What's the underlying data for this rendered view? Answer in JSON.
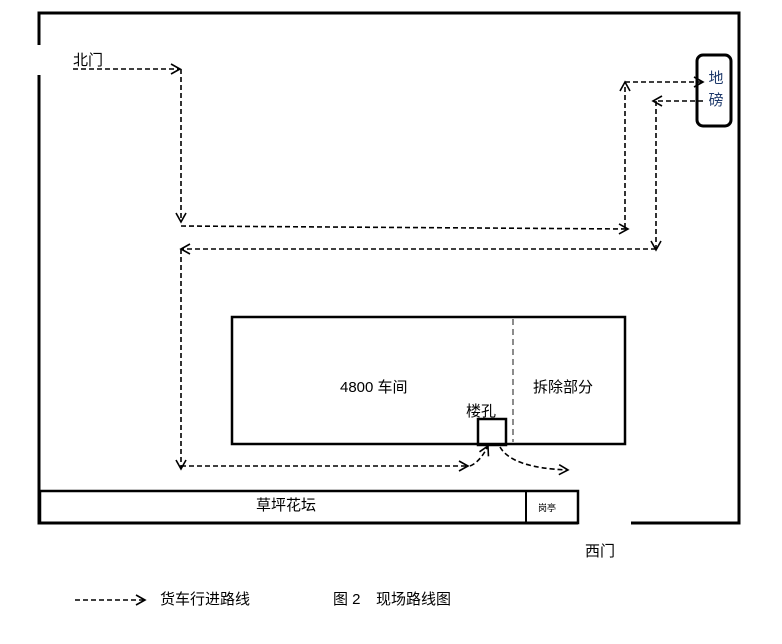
{
  "labels": {
    "north_gate": "北门",
    "west_gate": "西门",
    "scale_char1": "地",
    "scale_char2": "磅",
    "workshop": "4800 车间",
    "demolition": "拆除部分",
    "floor_hole": "楼孔",
    "lawn": "草坪花坛",
    "guard_booth": "岗亭"
  },
  "legend": {
    "route_label": "货车行进路线"
  },
  "caption": {
    "figure_no": "图 2",
    "title": "现场路线图"
  }
}
